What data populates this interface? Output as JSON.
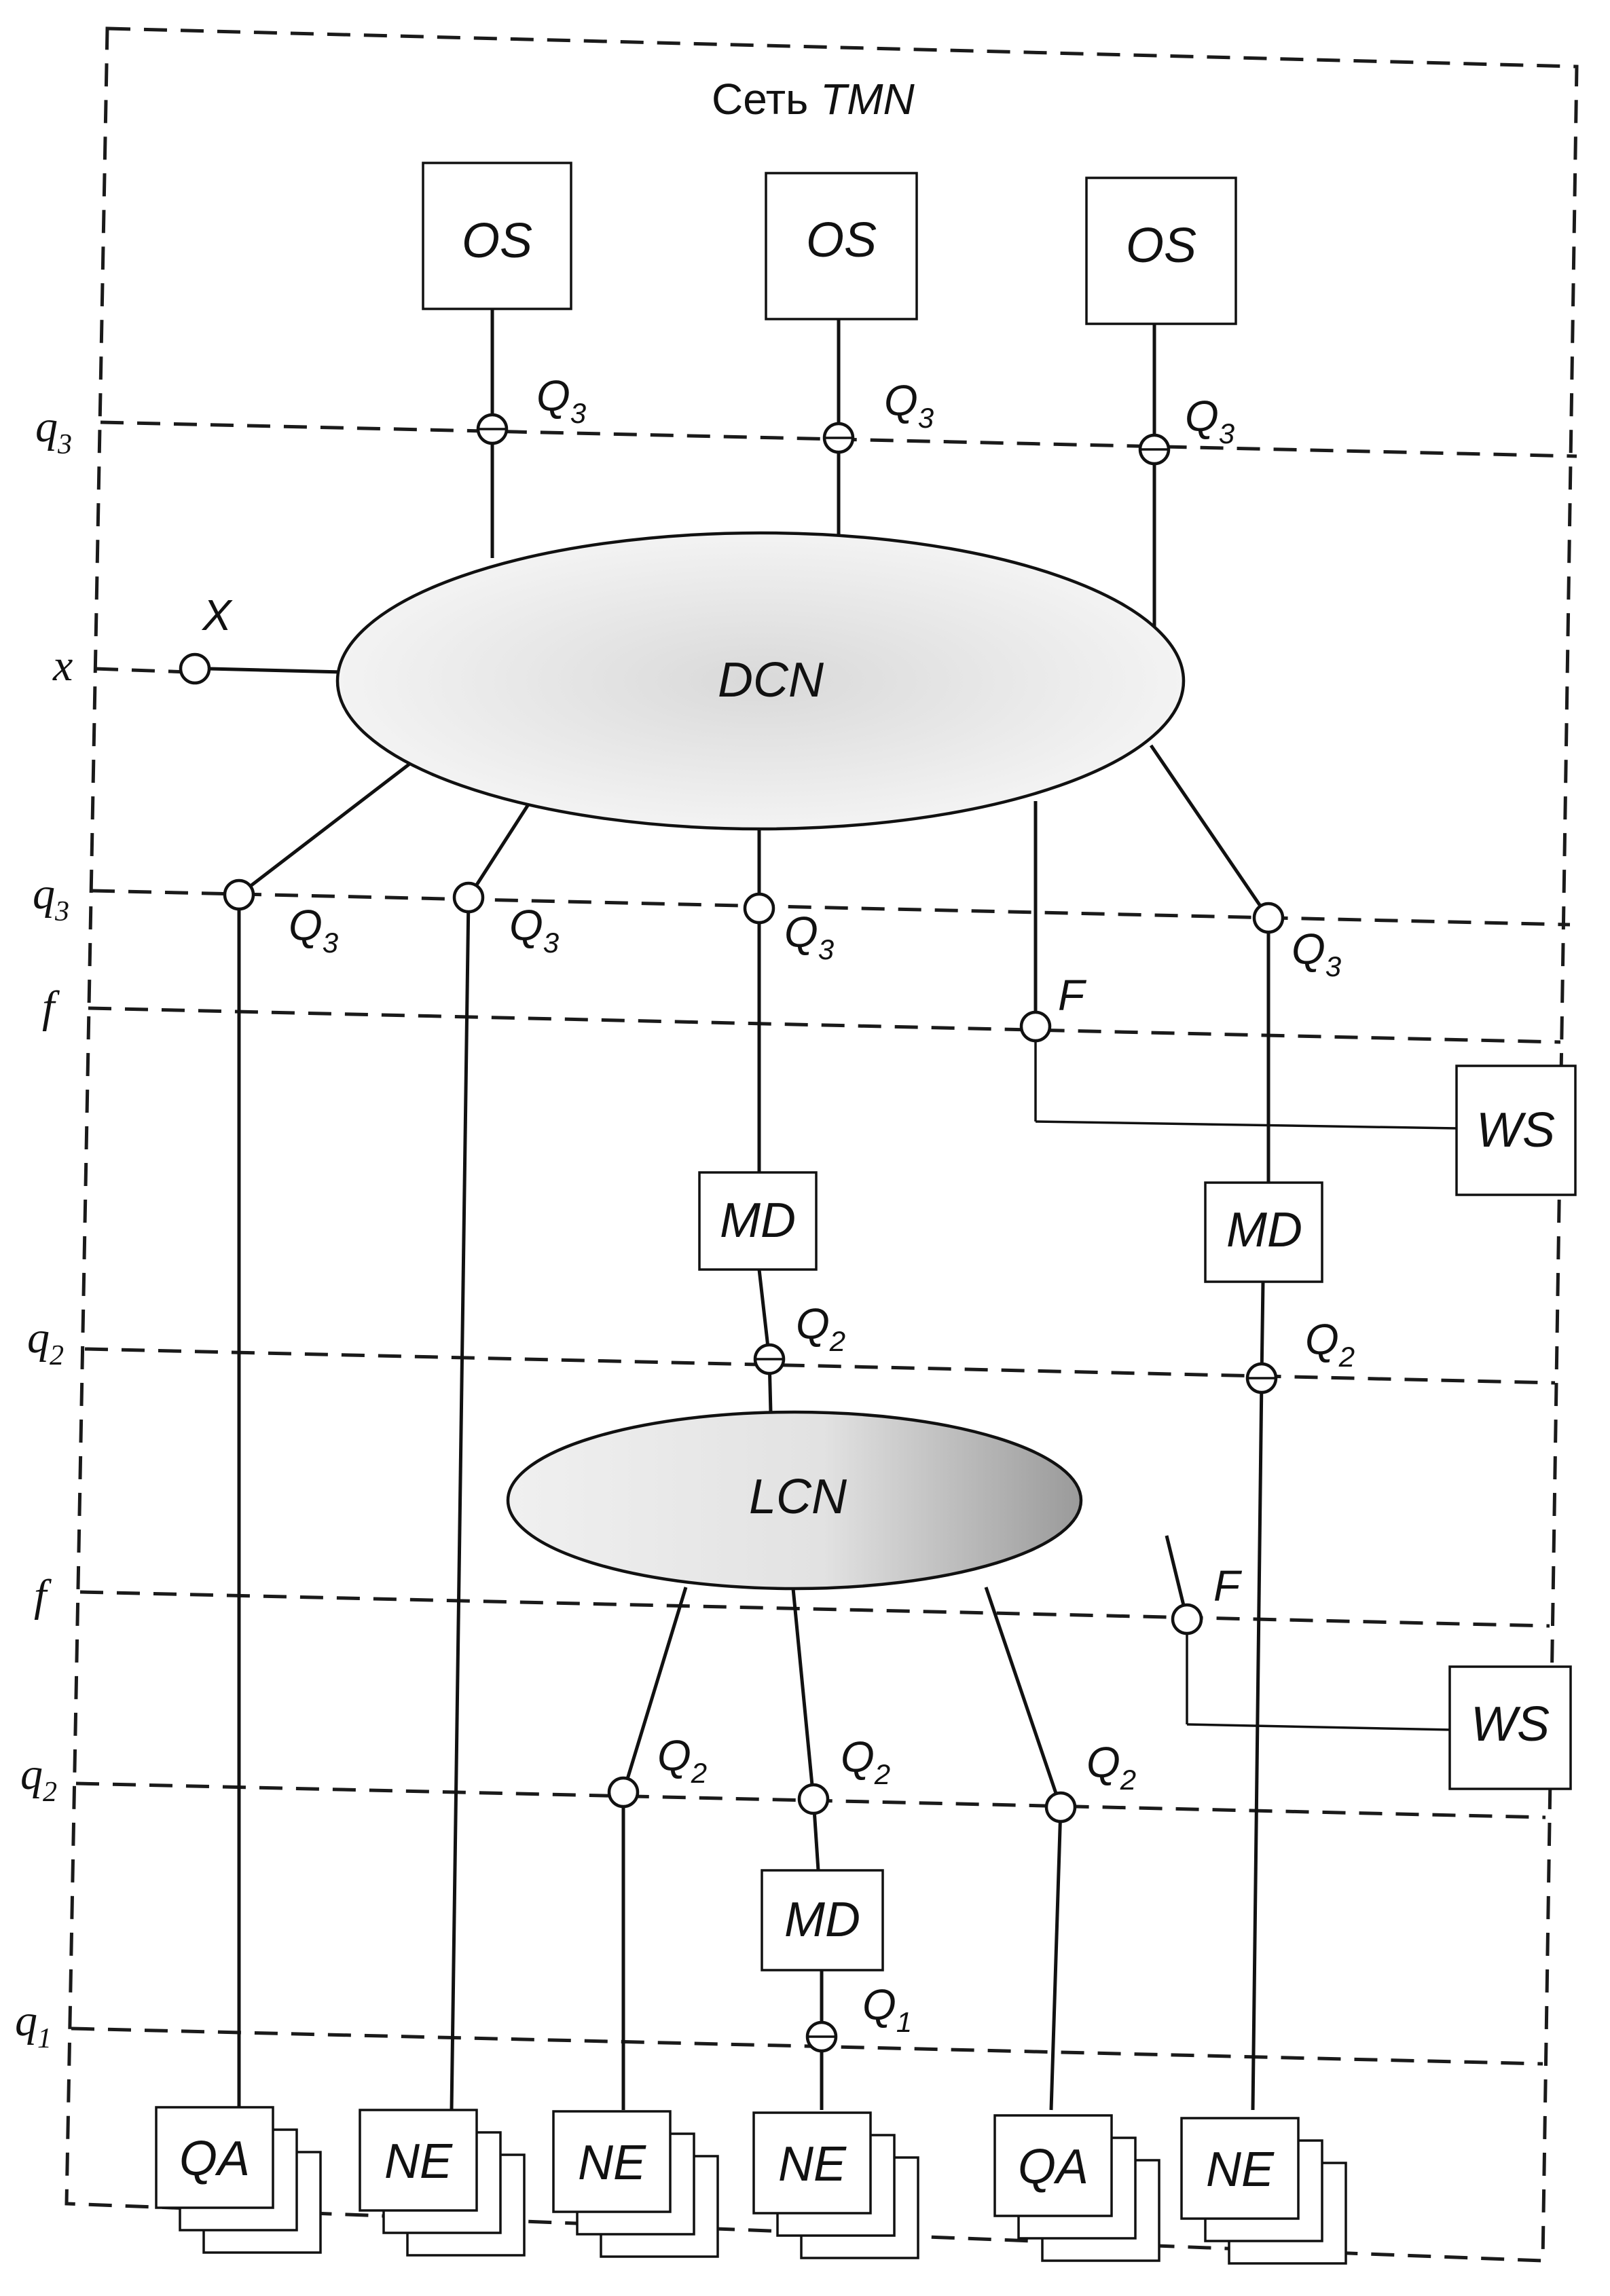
{
  "title": {
    "prefix": "Сеть ",
    "name": "TMN"
  },
  "clouds": {
    "dcn": "DCN",
    "lcn": "LCN"
  },
  "boxes": {
    "os": [
      "OS",
      "OS",
      "OS"
    ],
    "ws": [
      "WS",
      "WS"
    ],
    "md": [
      "MD",
      "MD",
      "MD"
    ],
    "bottom": [
      "QA",
      "NE",
      "NE",
      "NE",
      "QA",
      "NE"
    ]
  },
  "ports": {
    "top_q3": [
      {
        "main": "Q",
        "sub": "3"
      },
      {
        "main": "Q",
        "sub": "3"
      },
      {
        "main": "Q",
        "sub": "3"
      }
    ],
    "x": {
      "main": "X",
      "sub": ""
    },
    "lower_q3": [
      {
        "main": "Q",
        "sub": "3"
      },
      {
        "main": "Q",
        "sub": "3"
      },
      {
        "main": "Q",
        "sub": "3"
      },
      {
        "main": "Q",
        "sub": "3"
      }
    ],
    "f_upper": {
      "main": "F",
      "sub": ""
    },
    "q2_upper": [
      {
        "main": "Q",
        "sub": "2"
      },
      {
        "main": "Q",
        "sub": "2"
      }
    ],
    "f_lower": {
      "main": "F",
      "sub": ""
    },
    "q2_lower": [
      {
        "main": "Q",
        "sub": "2"
      },
      {
        "main": "Q",
        "sub": "2"
      },
      {
        "main": "Q",
        "sub": "2"
      }
    ],
    "q1": {
      "main": "Q",
      "sub": "1"
    }
  },
  "reference_points": [
    {
      "main": "q",
      "sub": "3"
    },
    {
      "main": "x",
      "sub": ""
    },
    {
      "main": "q",
      "sub": "3"
    },
    {
      "main": "f",
      "sub": ""
    },
    {
      "main": "q",
      "sub": "2"
    },
    {
      "main": "f",
      "sub": ""
    },
    {
      "main": "q",
      "sub": "2"
    },
    {
      "main": "q",
      "sub": "1"
    }
  ]
}
